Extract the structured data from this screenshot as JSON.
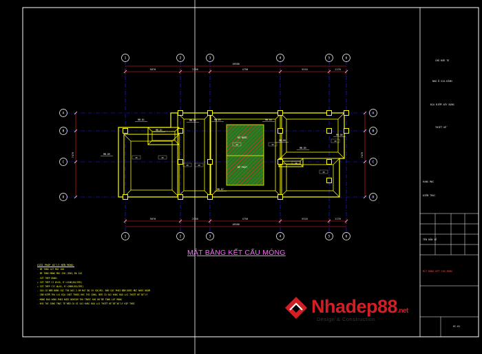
{
  "drawing": {
    "title": "MẶT BẰNG KẾT CẤU MÓNG",
    "dimensions_top": [
      "5870",
      "2350",
      "4750",
      "5510",
      "1170"
    ],
    "dimensions_top_total": "18980",
    "dimensions_bottom": [
      "5870",
      "2350",
      "4750",
      "5510",
      "1170"
    ],
    "dimensions_bottom_total": "18980",
    "dimension_left": "7470",
    "dimension_right": "7470",
    "axis_labels_h": [
      "1",
      "2",
      "3",
      "4",
      "5",
      "6"
    ],
    "axis_labels_v": [
      "A",
      "B",
      "C",
      "D"
    ],
    "beam_labels": [
      "MB-D1",
      "MB-D1",
      "MB-D2",
      "MB-D3",
      "MB-D4",
      "MB-D5",
      "MB-D6",
      "MB-D7",
      "MB-D8",
      "MB-D9"
    ],
    "hatch_labels": [
      "BỂ NƯỚC",
      "BỂ PHỐT"
    ]
  },
  "notes": {
    "heading": "GIẢI PHÁP XỬ LÝ NỀN MÓNG:",
    "lines": [
      "- BÊ TÔNG LÓT MÁC 100",
      "- BÊ TÔNG MÓNG MÁC 250 (B20) ĐÁ 1X2",
      "- CỐT THÉP DÙNG:",
      "   + CỐT THÉP CI Ø<10, R'=2100(KG/CM2)",
      "   + CỐT THÉP CII Ø≥10, R'=2800(KG/CM2)",
      "- GIA CỐ NỀN BẰNG CỌC TRE DÀI 2.5M MẬT ĐỘ 25 CỌC/M2, ĐẦU CỌC PHẢI NẰM DƯỚI MỰC NƯỚC NGẦM",
      "- CẦN KIỂM TRA LẠI ĐỊA CHẤT TRƯỚC KHI THI CÔNG, NẾU CÓ SAI KHÁC BÁO LẠI THIẾT KẾ XỬ LÝ",
      "- MÓNG ĐÀO XONG PHẢI ĐƯỢC NGHIỆM THU TRƯỚC KHI ĐỔ BÊ TÔNG LÓT MÓNG",
      "- KHI THI CÔNG THỰC TẾ NẾU CÓ GÌ SAI KHÁC BÁO LẠI THIẾT KẾ ĐỂ XỬ LÝ KỊP THỜI"
    ]
  },
  "title_block": {
    "rows": [
      "CHỦ ĐẦU TƯ",
      "NHÀ Ở GIA ĐÌNH",
      "ĐỊA ĐIỂM XÂY DỰNG",
      "THIẾT KẾ",
      "HẠNG MỤC",
      "KIẾN TRÚC",
      "TÊN BẢN VẼ"
    ],
    "sheet_title": "MẶT BẰNG KẾT CẤU MÓNG",
    "sheet_number": "KC-01"
  },
  "watermark": {
    "brand": "Nhadep88",
    "tld": ".net",
    "tagline": "Design & Construction"
  },
  "colors": {
    "background": "#000000",
    "foundation": "#ffff00",
    "axis_lines": "#2020ff",
    "dimension_lines": "#ff2020",
    "hatch": "#ff3030",
    "hatch_fill": "#1f7a1f",
    "title": "#ff66ff",
    "frame": "#ffffff",
    "brand": "#d31f24"
  }
}
